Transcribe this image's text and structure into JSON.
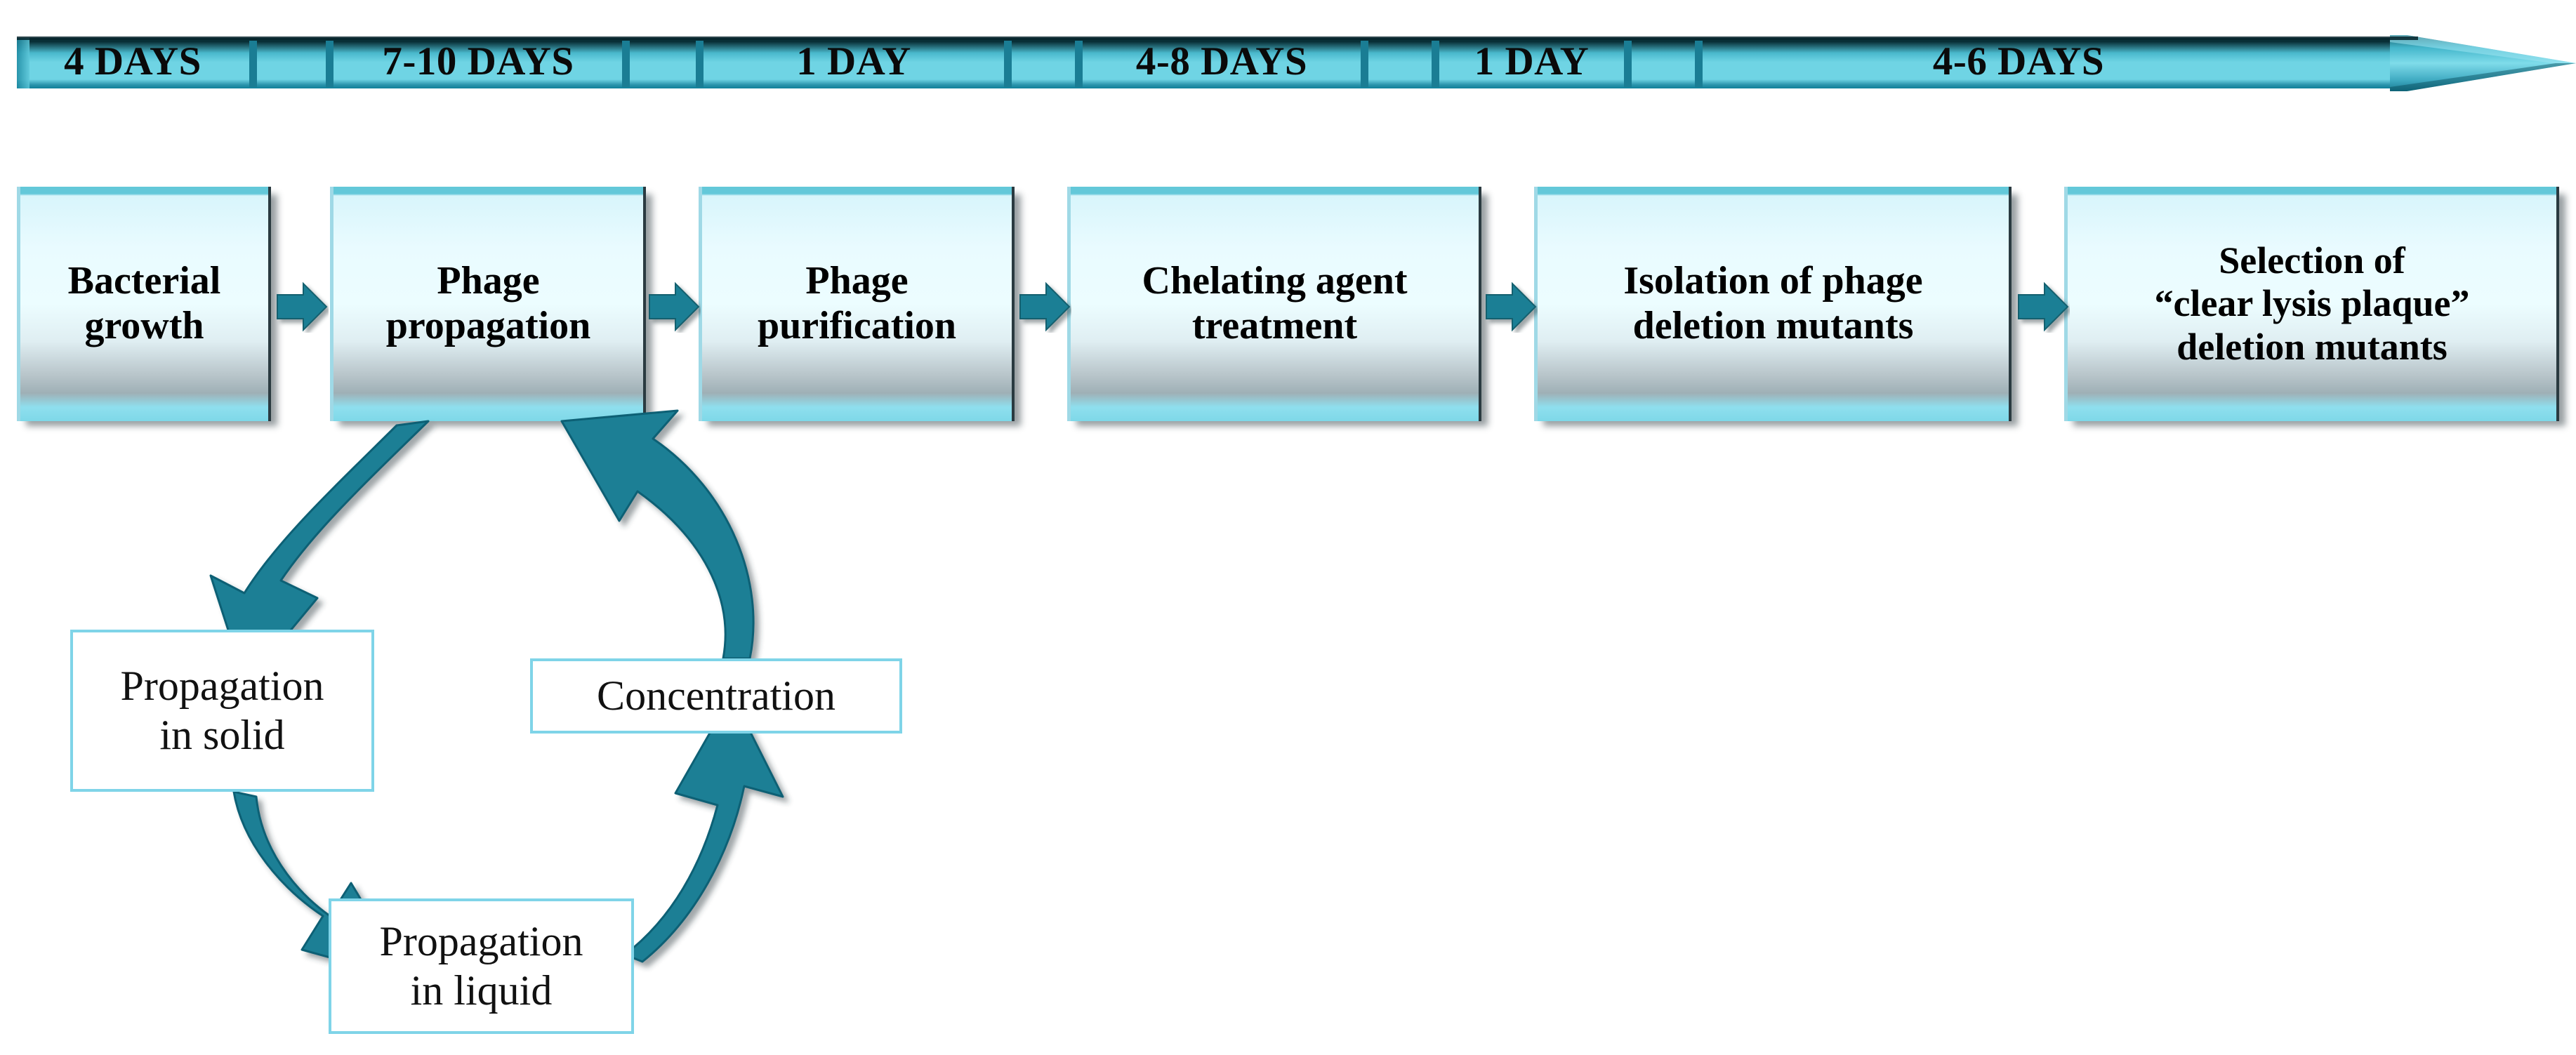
{
  "palette": {
    "bar_teal_light": "#6ed3e3",
    "bar_teal_dark": "#07373f",
    "divider_teal": "#1a7d94",
    "arrow_teal": "#1b7f95",
    "box_fill_light": "#ecfdff",
    "box_edge_light": "#9fd9e6",
    "cycle_border": "#7fd4e8",
    "text_black": "#000000"
  },
  "timeline": {
    "name": "timeline-duration-bar",
    "segments": [
      {
        "label": "4 DAYS"
      },
      {
        "label": "7-10 DAYS"
      },
      {
        "label": "1 DAY"
      },
      {
        "label": "4-8 DAYS"
      },
      {
        "label": "1 DAY"
      },
      {
        "label": "4-6 DAYS"
      }
    ]
  },
  "process": {
    "steps": [
      {
        "id": "bacterial-growth",
        "line1": "Bacterial",
        "line2": "growth",
        "line3": ""
      },
      {
        "id": "phage-propagation",
        "line1": "Phage",
        "line2": "propagation",
        "line3": ""
      },
      {
        "id": "phage-purification",
        "line1": "Phage",
        "line2": "purification",
        "line3": ""
      },
      {
        "id": "chelating-agent",
        "line1": "Chelating agent",
        "line2": "treatment",
        "line3": ""
      },
      {
        "id": "isolation-mutants",
        "line1": "Isolation of phage",
        "line2": "deletion mutants",
        "line3": ""
      },
      {
        "id": "selection-mutants",
        "line1": "Selection of",
        "line2": "“clear lysis plaque”",
        "line3": "deletion mutants"
      }
    ]
  },
  "cycle": {
    "name": "phage-propagation-subcycle",
    "nodes": [
      {
        "id": "propagation-solid",
        "line1": "Propagation",
        "line2": "in solid"
      },
      {
        "id": "propagation-liquid",
        "line1": "Propagation",
        "line2": "in liquid"
      },
      {
        "id": "concentration",
        "line1": "Concentration",
        "line2": ""
      }
    ]
  }
}
